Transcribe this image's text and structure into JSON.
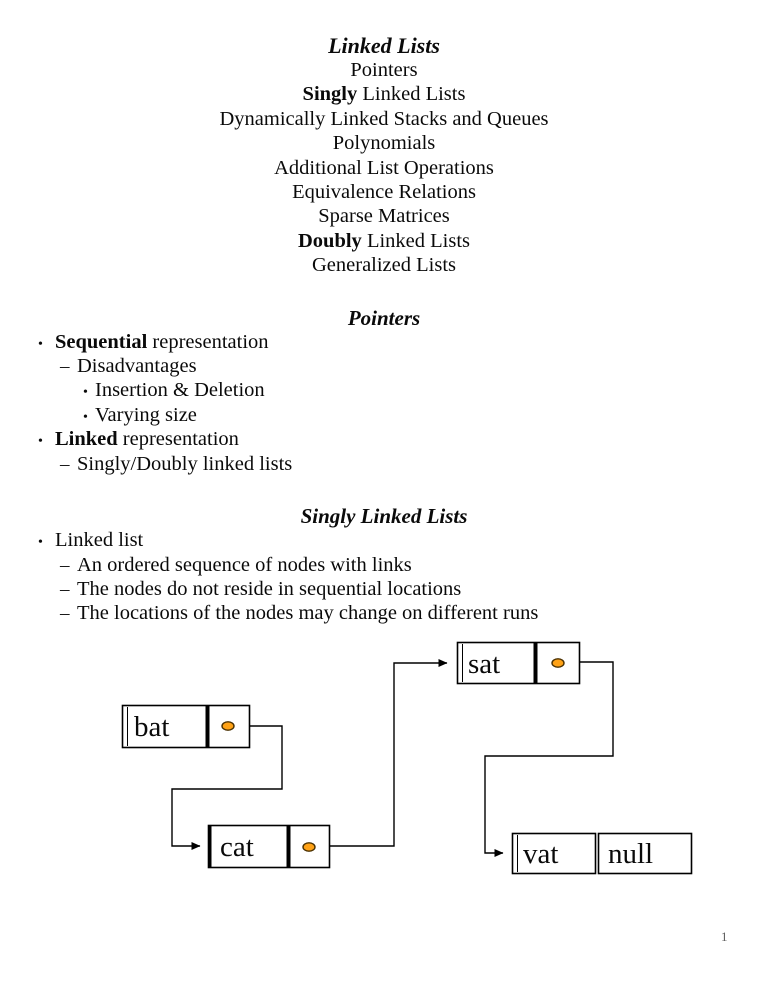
{
  "page": {
    "background": "#ffffff",
    "page_number": "1"
  },
  "toc": {
    "title": "Linked Lists",
    "items": [
      {
        "bold": "",
        "rest": "Pointers"
      },
      {
        "bold": "Singly",
        "rest": " Linked Lists"
      },
      {
        "bold": "",
        "rest": "Dynamically Linked Stacks and Queues"
      },
      {
        "bold": "",
        "rest": "Polynomials"
      },
      {
        "bold": "",
        "rest": "Additional List Operations"
      },
      {
        "bold": "",
        "rest": "Equivalence Relations"
      },
      {
        "bold": "",
        "rest": "Sparse Matrices"
      },
      {
        "bold": "Doubly",
        "rest": " Linked Lists"
      },
      {
        "bold": "",
        "rest": "Generalized Lists"
      }
    ]
  },
  "pointers_section": {
    "heading": "Pointers",
    "bullet1_bold": "Sequential",
    "bullet1_rest": " representation",
    "sub1": "Disadvantages",
    "sub1a": "Insertion & Deletion",
    "sub1b": "Varying size",
    "bullet2_bold": "Linked",
    "bullet2_rest": " representation",
    "sub2": "Singly/Doubly linked lists"
  },
  "singly_section": {
    "heading": "Singly Linked Lists",
    "bullet1": "Linked list",
    "sub1": "An ordered sequence of nodes with links",
    "sub2": "The nodes do not reside in sequential locations",
    "sub3": "The locations of the nodes may change on different runs"
  },
  "diagram": {
    "nodes": [
      {
        "label": "bat"
      },
      {
        "label": "cat"
      },
      {
        "label": "sat"
      },
      {
        "label": "vat"
      }
    ],
    "null_label": "null",
    "colors": {
      "pointer_dot_fill": "#FFA216",
      "pointer_dot_stroke": "#4a3000",
      "line": "#000000"
    }
  }
}
